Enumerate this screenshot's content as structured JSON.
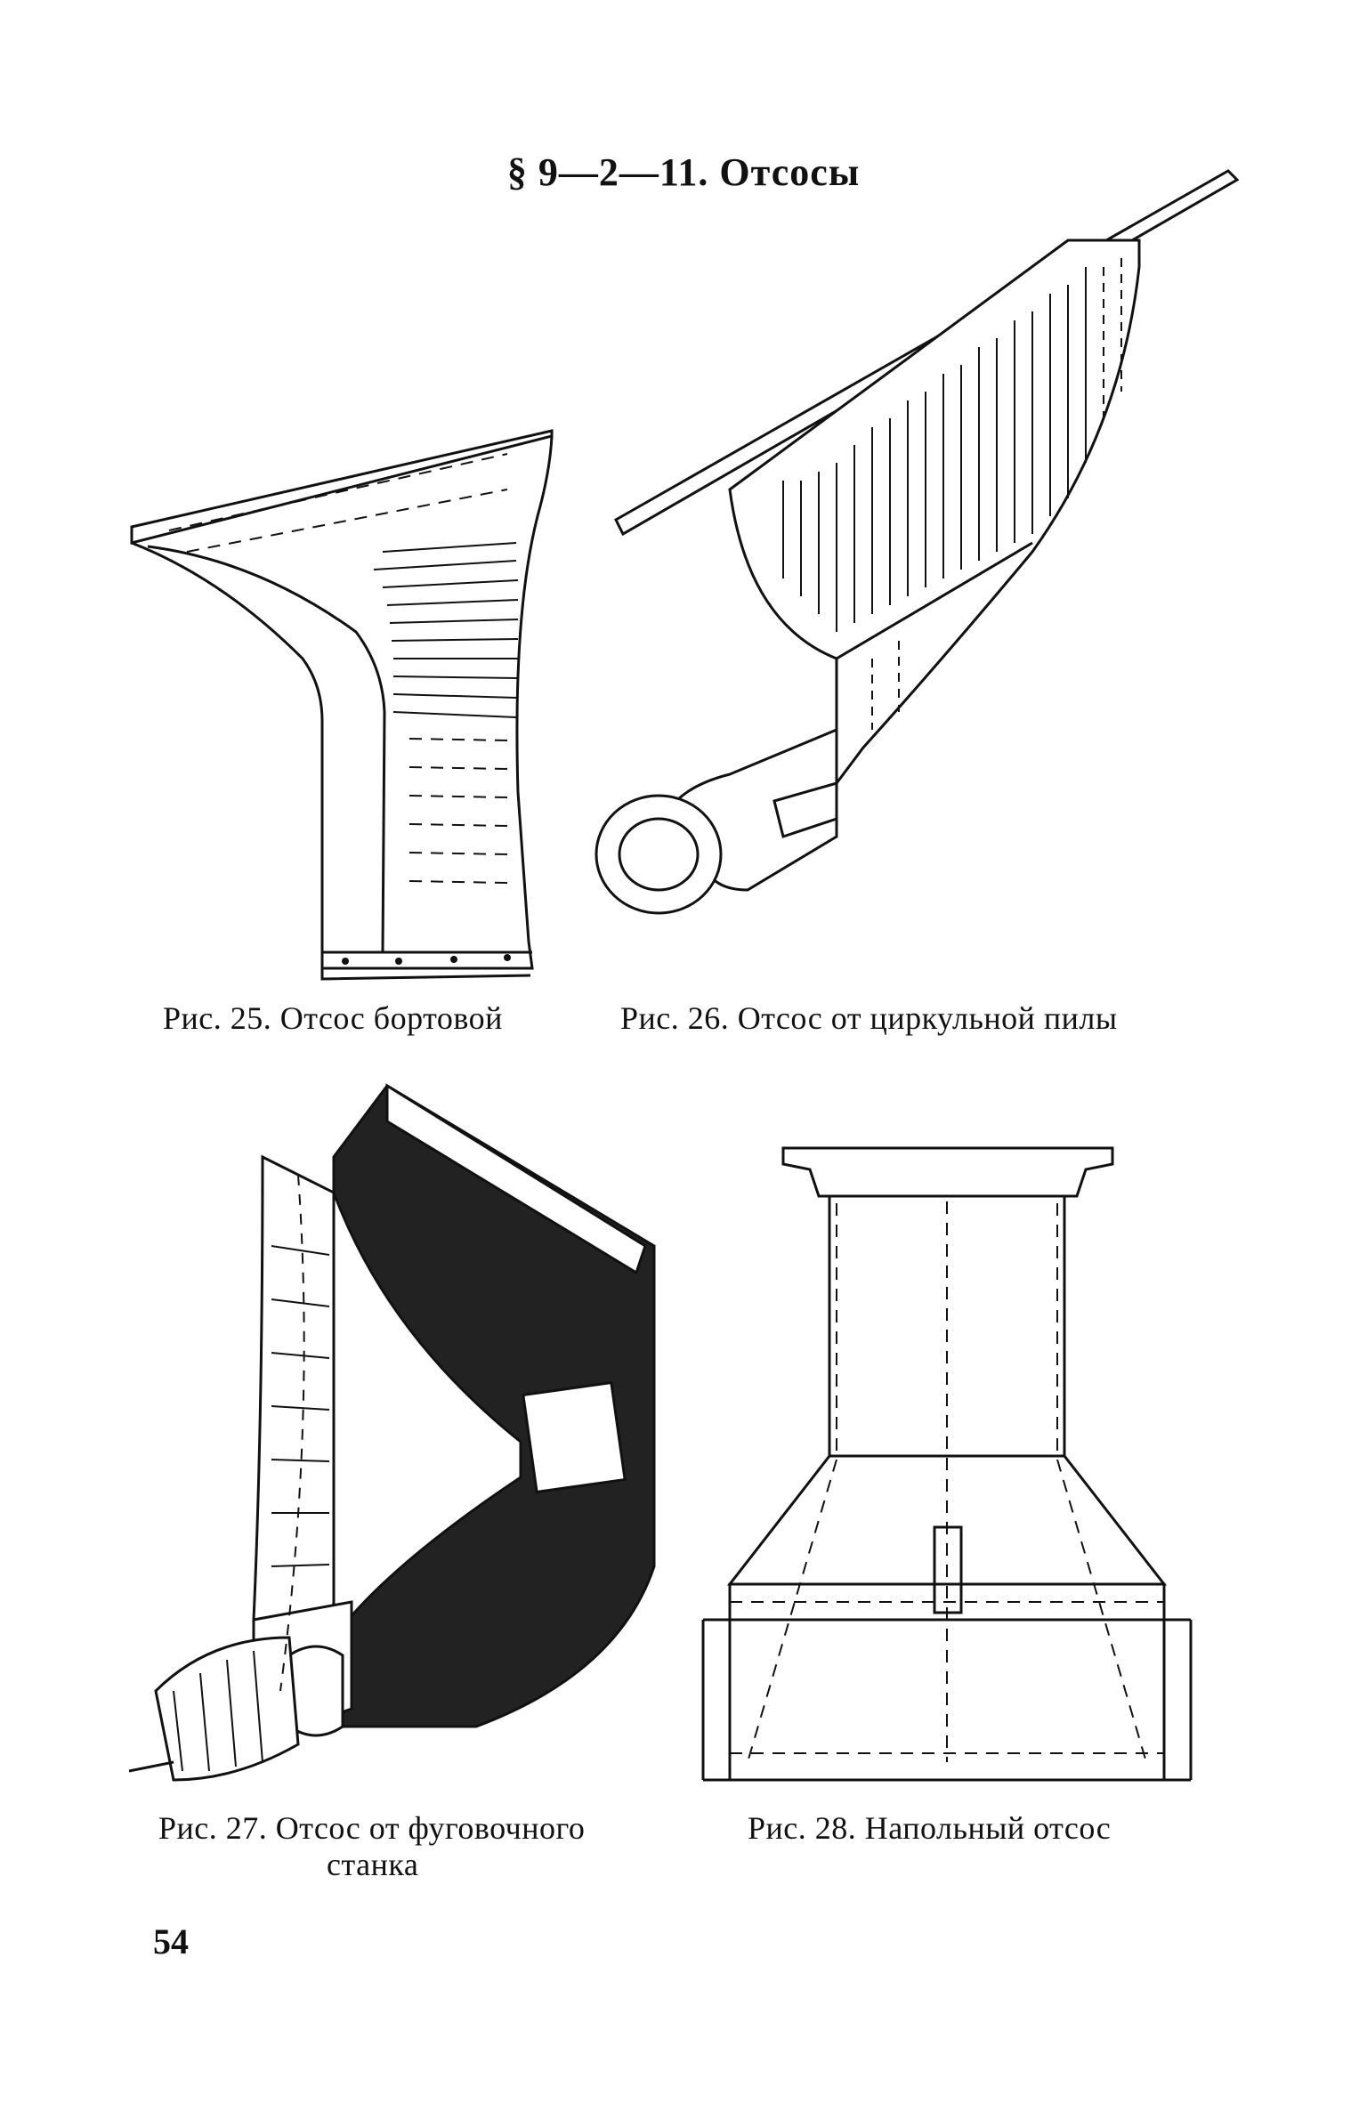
{
  "section_heading": "§ 9—2—11. Отсосы",
  "figures": [
    {
      "caption": "Рис. 25. Отсос бортовой"
    },
    {
      "caption": "Рис. 26. Отсос от циркульной пилы"
    },
    {
      "caption_line1": "Рис. 27. Отсос от фуговочного",
      "caption_line2": "станка"
    },
    {
      "caption": "Рис. 28. Напольный отсос"
    }
  ],
  "page_number": "54"
}
